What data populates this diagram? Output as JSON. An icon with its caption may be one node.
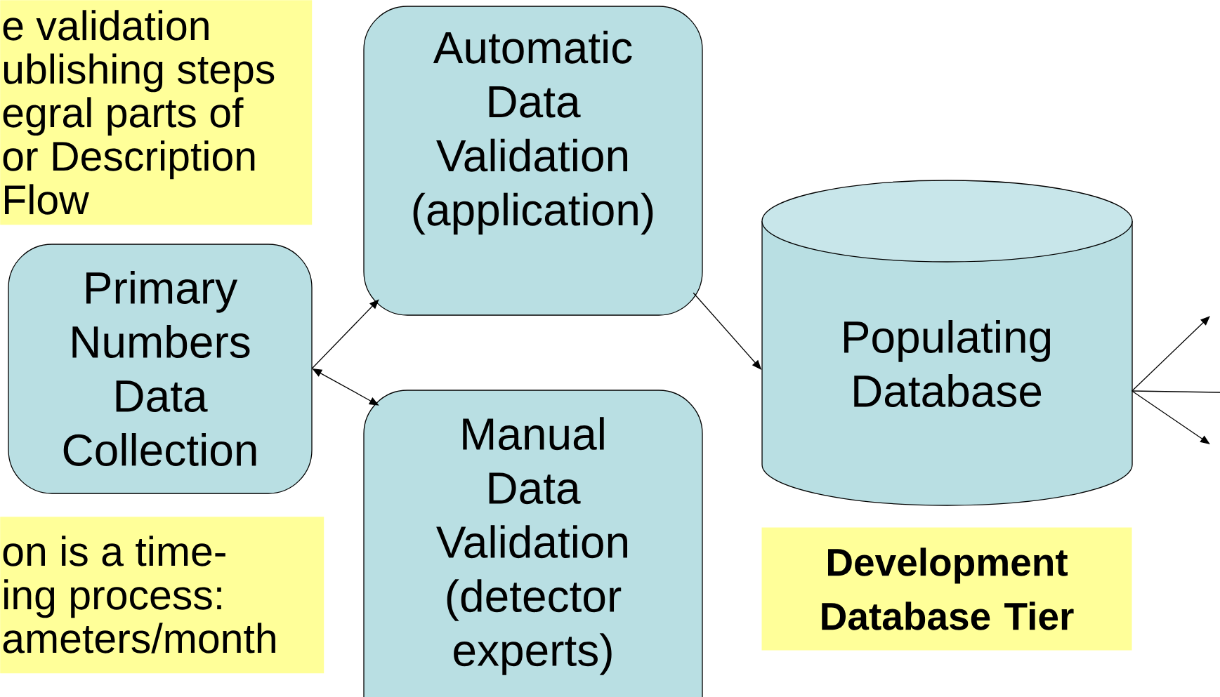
{
  "diagram": {
    "nodes": [
      {
        "text": [
          "e validation",
          "ublishing steps",
          "egral parts of",
          "or Description",
          "Flow"
        ]
      },
      {
        "text": [
          "Primary Numbers Data Collection"
        ]
      },
      {
        "text": [
          "Automatic Data Validation (application)"
        ]
      },
      {
        "text": [
          "Manual Data Validation (detector experts)"
        ]
      },
      {
        "text": [
          "Populating Database"
        ]
      },
      {
        "text": [
          "Development Database Tier"
        ]
      },
      {
        "text": [
          "on is a time-",
          "ing process:",
          "ameters/month"
        ]
      }
    ],
    "edges": [
      {
        "from": 1,
        "to": 2,
        "arrow": "to"
      },
      {
        "from": 1,
        "to": 3,
        "arrow": "both"
      },
      {
        "from": 2,
        "to": 4,
        "arrow": "to"
      },
      {
        "from": 4,
        "to": null,
        "arrow": "to"
      },
      {
        "from": 4,
        "to": null,
        "arrow": "none"
      },
      {
        "from": 4,
        "to": null,
        "arrow": "to"
      }
    ]
  }
}
